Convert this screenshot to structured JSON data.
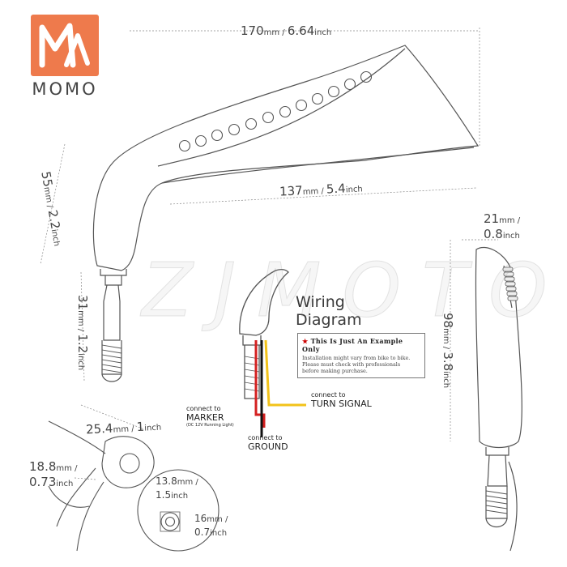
{
  "brand": {
    "name": "MOMO",
    "logo_color": "#ee7a4c",
    "logo_icon": "stylized-m-icon"
  },
  "watermark": "ZJMOTO",
  "dimensions": {
    "length_total": {
      "mm": "170",
      "unit_mm": "mm",
      "inch": "6.64",
      "unit_inch": "inch"
    },
    "length_lens": {
      "mm": "137",
      "unit_mm": "mm",
      "inch": "5.4",
      "unit_inch": "inch"
    },
    "height_body": {
      "mm": "55",
      "unit_mm": "mm",
      "inch": "2.2",
      "unit_inch": "inch"
    },
    "stem_length": {
      "mm": "31",
      "unit_mm": "mm",
      "inch": "1.2",
      "unit_inch": "inch"
    },
    "side_width": {
      "mm": "21",
      "unit_mm": "mm",
      "inch": "0.8",
      "unit_inch": "inch"
    },
    "side_height": {
      "mm": "98",
      "unit_mm": "mm",
      "inch": "3.8",
      "unit_inch": "inch"
    },
    "mount_width": {
      "mm": "25.4",
      "unit_mm": "mm",
      "inch": "1",
      "unit_inch": "inch"
    },
    "mount_dia": {
      "mm": "18.8",
      "unit_mm": "mm",
      "inch": "0.73",
      "unit_inch": "inch"
    },
    "nut_inner": {
      "mm": "13.8",
      "unit_mm": "mm",
      "inch": "1.5",
      "unit_inch": "inch"
    },
    "nut_outer": {
      "mm": "16",
      "unit_mm": "mm",
      "inch": "0.7",
      "unit_inch": "inch"
    }
  },
  "wiring": {
    "title_line1": "Wiring",
    "title_line2": "Diagram",
    "note_star": "★",
    "note_title": "This Is Just An Example Only",
    "note_lines": [
      "Installation might vary from bike to bike.",
      "Please must check with professionals",
      "before making purchase."
    ],
    "marker": {
      "prefix": "connect to",
      "label": "MARKER",
      "sub": "(DC 12V Running Light)",
      "wire_color": "#d42020"
    },
    "ground": {
      "prefix": "connect to",
      "label": "GROUND",
      "wire_color": "#111111"
    },
    "turn": {
      "prefix": "connect to",
      "label": "TURN SIGNAL",
      "wire_color": "#f2c21a"
    }
  },
  "led_count": 12
}
